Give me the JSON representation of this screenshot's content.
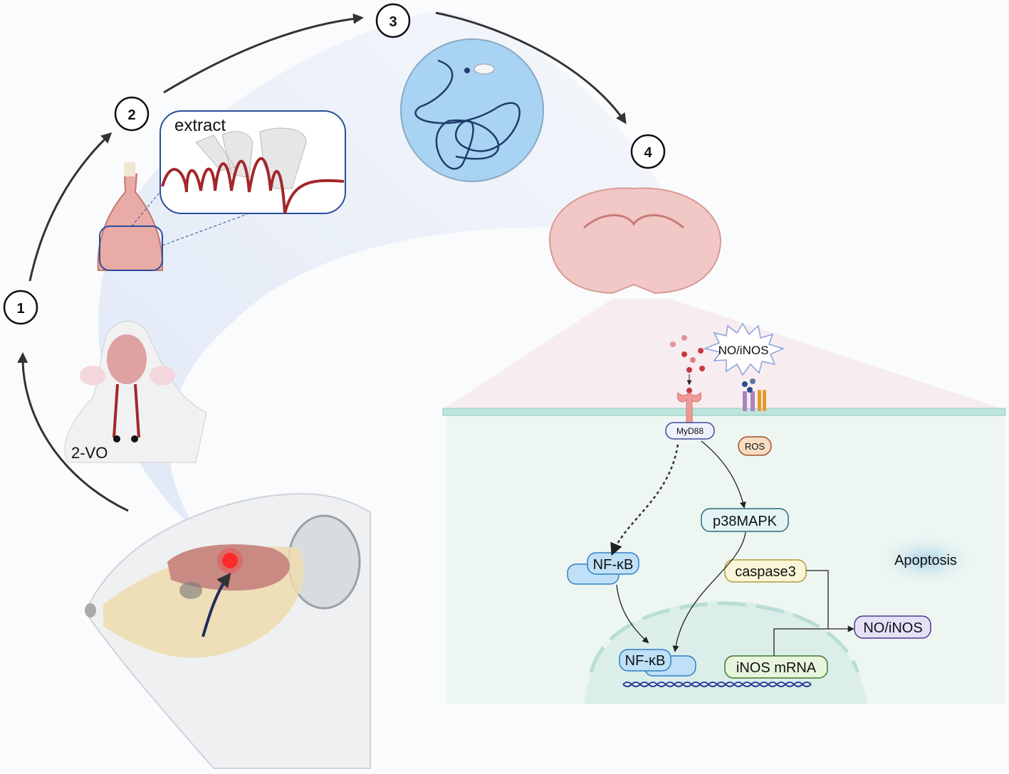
{
  "steps": {
    "s1": "1",
    "s2": "2",
    "s3": "3",
    "s4": "4"
  },
  "labels": {
    "extract": "extract",
    "two_vo": "2-VO"
  },
  "pathway": {
    "no_inos_burst": "NO/iNOS",
    "myd88": "MyD88",
    "ros": "ROS",
    "p38mapk": "p38MAPK",
    "nfkb_cyto": "NF-κB",
    "caspase3": "caspase3",
    "apoptosis": "Apoptosis",
    "nfkb_nucleus": "NF-κB",
    "inos_mrna": "iNOS mRNA",
    "no_inos_out": "NO/iNOS"
  },
  "colors": {
    "arrow": "#333333",
    "cell_bg": "#eef6f2",
    "membrane": "#9fd3cc",
    "nfkb": "#bfe0f7",
    "p38": "#e3f4f7",
    "caspase": "#fbf6d8",
    "mrna": "#e6f5dc",
    "no_inos": "#e6e0f7",
    "ros": "#f7dcc0",
    "tissue": "#e9aba6"
  }
}
